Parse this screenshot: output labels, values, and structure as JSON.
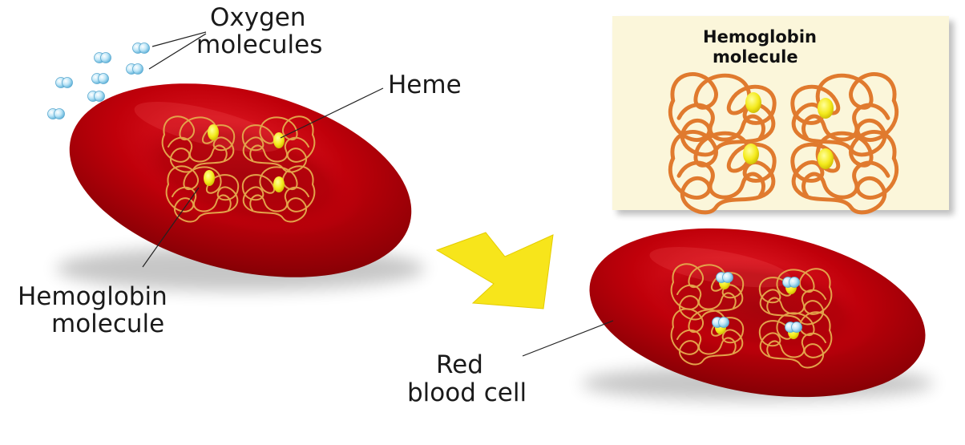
{
  "labels": {
    "oxygen_line1": "Oxygen",
    "oxygen_line2": "molecules",
    "heme": "Heme",
    "hemoglobin_line1": "Hemoglobin",
    "hemoglobin_line2": "molecule",
    "rbc_line1": "Red",
    "rbc_line2": "blood cell",
    "inset_line1": "Hemoglobin",
    "inset_line2": "molecule"
  },
  "colors": {
    "cell_red": "#c0000a",
    "cell_dark": "#6e0000",
    "strand_orange": "#e07a2e",
    "strand_gold": "#e0a040",
    "heme_yellow": "#f4ea1c",
    "oxygen_blue": "#8fd0ef",
    "arrow_yellow": "#f7e51b",
    "inset_bg": "#fbf6da"
  },
  "icons": {
    "oxygen": "oxygen-molecule-icon",
    "arrow": "transition-arrow-icon"
  }
}
